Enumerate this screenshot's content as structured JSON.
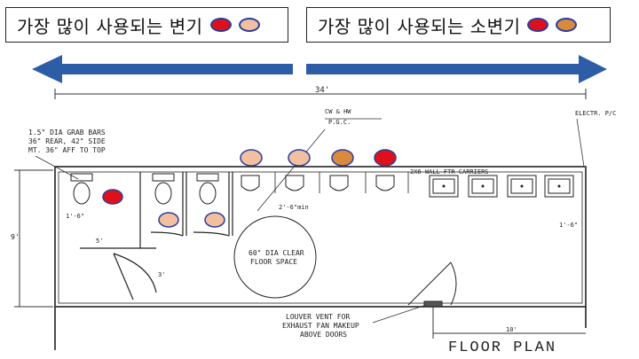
{
  "legend": {
    "left_label": "가장 많이 사용되는 변기",
    "right_label": "가장 많이 사용되는 소변기",
    "left_colors": [
      "#e0101a",
      "#f2bfa0"
    ],
    "right_colors": [
      "#e0101a",
      "#d98a3c"
    ]
  },
  "colors": {
    "arrow": "#2e5da8",
    "red": "#e0101a",
    "peach": "#f2bfa0",
    "orange": "#d98a3c",
    "dot_border": "#2b3d9c"
  },
  "plan": {
    "width_dim": "34'",
    "height_dim": "9'",
    "grab_note": [
      "1.5\" DIA GRAB BARS",
      "36\" REAR, 42\" SIDE",
      "MT. 36\" AFF TO TOP"
    ],
    "cw_hw": "CW & HW",
    "pgc": "P.G.C.",
    "carriers": "2X6 WALL FTR CARRIERS",
    "electr": "ELECTR. P/C",
    "dim_small": "2'-6\"min",
    "dim_left": "1'-6\"",
    "dim_right": "1'-6\"",
    "dim_5": "5'",
    "dim_3": "3'",
    "clear_space": [
      "60\" DIA CLEAR",
      "FLOOR SPACE"
    ],
    "louver": [
      "LOUVER VENT FOR",
      "EXHAUST FAN MAKEUP",
      "ABOVE DOORS"
    ],
    "dim_10": "10'",
    "title": "FLOOR PLAN"
  }
}
